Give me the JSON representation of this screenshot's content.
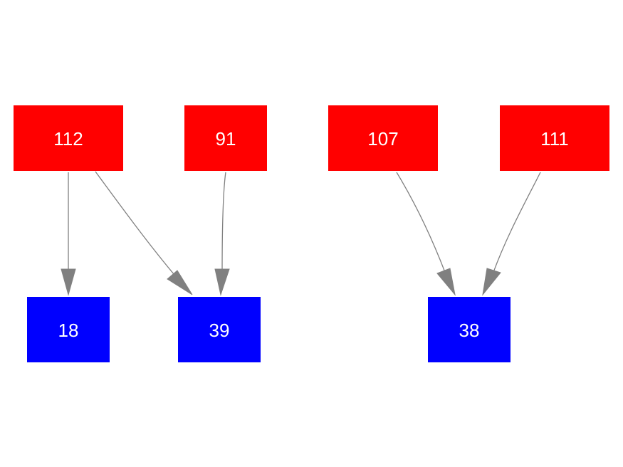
{
  "colors": {
    "source_node": "#ff0000",
    "target_node": "#0000ff",
    "edge": "#808080",
    "label": "#ffffff"
  },
  "nodes": [
    {
      "id": "n112",
      "label": "112",
      "role": "source"
    },
    {
      "id": "n91",
      "label": "91",
      "role": "source"
    },
    {
      "id": "n107",
      "label": "107",
      "role": "source"
    },
    {
      "id": "n111",
      "label": "111",
      "role": "source"
    },
    {
      "id": "n18",
      "label": "18",
      "role": "target"
    },
    {
      "id": "n39",
      "label": "39",
      "role": "target"
    },
    {
      "id": "n38",
      "label": "38",
      "role": "target"
    }
  ],
  "edges": [
    {
      "from": "112",
      "to": "18"
    },
    {
      "from": "112",
      "to": "39"
    },
    {
      "from": "91",
      "to": "39"
    },
    {
      "from": "107",
      "to": "38"
    },
    {
      "from": "111",
      "to": "38"
    }
  ]
}
